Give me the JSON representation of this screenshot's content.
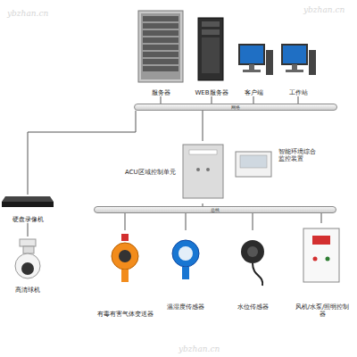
{
  "diagram": {
    "nodes": [
      {
        "text": [
          "服务器"
        ]
      },
      {
        "text": [
          "WEB服务器"
        ]
      },
      {
        "text": [
          "客户端"
        ]
      },
      {
        "text": [
          "工作站"
        ]
      },
      {
        "text": [
          "网络"
        ]
      },
      {
        "text": [
          "ACU区域控制单元"
        ]
      },
      {
        "text": [
          "智能环境综合监控装置"
        ]
      },
      {
        "text": [
          "硬盘录像机"
        ]
      },
      {
        "text": [
          "高清球机"
        ]
      },
      {
        "text": [
          "总线"
        ]
      },
      {
        "text": [
          "有毒有害气体变送器"
        ]
      },
      {
        "text": [
          "温湿度传感器"
        ]
      },
      {
        "text": [
          "水位传感器"
        ]
      },
      {
        "text": [
          "风机/水泵/照明控制器"
        ]
      }
    ],
    "edges": [
      {
        "from": 0,
        "to": 4,
        "arrow": "none"
      },
      {
        "from": 1,
        "to": 4,
        "arrow": "none"
      },
      {
        "from": 2,
        "to": 4,
        "arrow": "none"
      },
      {
        "from": 3,
        "to": 4,
        "arrow": "none"
      },
      {
        "from": 4,
        "to": 5,
        "arrow": "none"
      },
      {
        "from": 4,
        "to": 7,
        "arrow": "none"
      },
      {
        "from": 7,
        "to": 8,
        "arrow": "none"
      },
      {
        "from": 5,
        "to": 9,
        "arrow": "none"
      },
      {
        "from": 9,
        "to": 10,
        "arrow": "none"
      },
      {
        "from": 9,
        "to": 11,
        "arrow": "none"
      },
      {
        "from": 9,
        "to": 12,
        "arrow": "none"
      },
      {
        "from": 9,
        "to": 13,
        "arrow": "none"
      }
    ],
    "labels": [
      "ybzhan.cn",
      "ybzhan.cn",
      "ybzhan.cn"
    ]
  }
}
